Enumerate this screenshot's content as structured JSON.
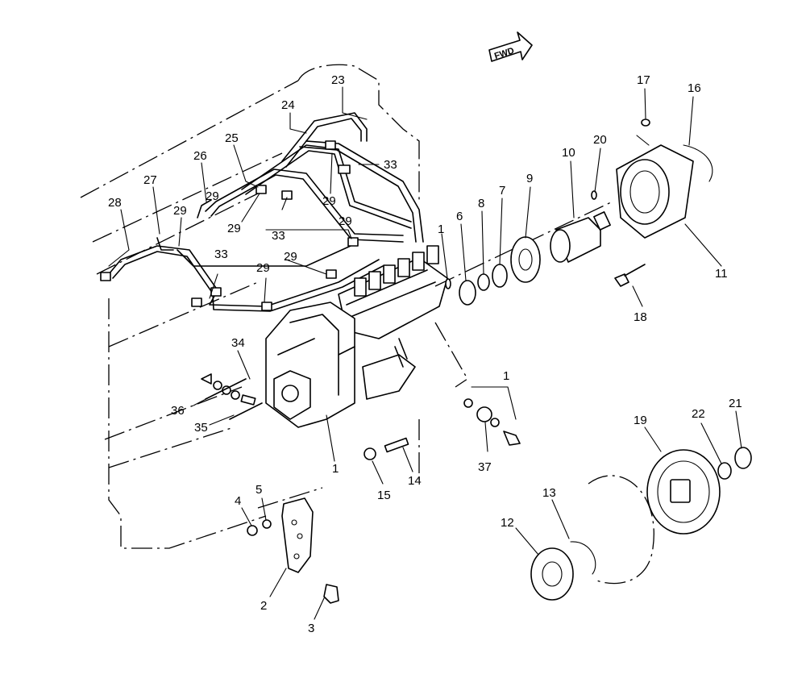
{
  "direction_label": "FWD",
  "callouts": [
    {
      "id": "c23",
      "text": "23"
    },
    {
      "id": "c24",
      "text": "24"
    },
    {
      "id": "c25",
      "text": "25"
    },
    {
      "id": "c26",
      "text": "26"
    },
    {
      "id": "c27",
      "text": "27"
    },
    {
      "id": "c28",
      "text": "28"
    },
    {
      "id": "c29a",
      "text": "29"
    },
    {
      "id": "c29b",
      "text": "29"
    },
    {
      "id": "c29c",
      "text": "29"
    },
    {
      "id": "c29d",
      "text": "29"
    },
    {
      "id": "c29e",
      "text": "29"
    },
    {
      "id": "c29f",
      "text": "29"
    },
    {
      "id": "c29g",
      "text": "29"
    },
    {
      "id": "c33a",
      "text": "33"
    },
    {
      "id": "c33b",
      "text": "33"
    },
    {
      "id": "c33c",
      "text": "33"
    },
    {
      "id": "c17",
      "text": "17"
    },
    {
      "id": "c16",
      "text": "16"
    },
    {
      "id": "c20",
      "text": "20"
    },
    {
      "id": "c10",
      "text": "10"
    },
    {
      "id": "c9",
      "text": "9"
    },
    {
      "id": "c7",
      "text": "7"
    },
    {
      "id": "c8",
      "text": "8"
    },
    {
      "id": "c6",
      "text": "6"
    },
    {
      "id": "c1a",
      "text": "1"
    },
    {
      "id": "c11",
      "text": "11"
    },
    {
      "id": "c18",
      "text": "18"
    },
    {
      "id": "c34",
      "text": "34"
    },
    {
      "id": "c36",
      "text": "36"
    },
    {
      "id": "c35",
      "text": "35"
    },
    {
      "id": "c1b",
      "text": "1"
    },
    {
      "id": "c1c",
      "text": "1"
    },
    {
      "id": "c37",
      "text": "37"
    },
    {
      "id": "c14",
      "text": "14"
    },
    {
      "id": "c15",
      "text": "15"
    },
    {
      "id": "c4",
      "text": "4"
    },
    {
      "id": "c5",
      "text": "5"
    },
    {
      "id": "c2",
      "text": "2"
    },
    {
      "id": "c3",
      "text": "3"
    },
    {
      "id": "c12",
      "text": "12"
    },
    {
      "id": "c13",
      "text": "13"
    },
    {
      "id": "c19",
      "text": "19"
    },
    {
      "id": "c22",
      "text": "22"
    },
    {
      "id": "c21",
      "text": "21"
    }
  ]
}
